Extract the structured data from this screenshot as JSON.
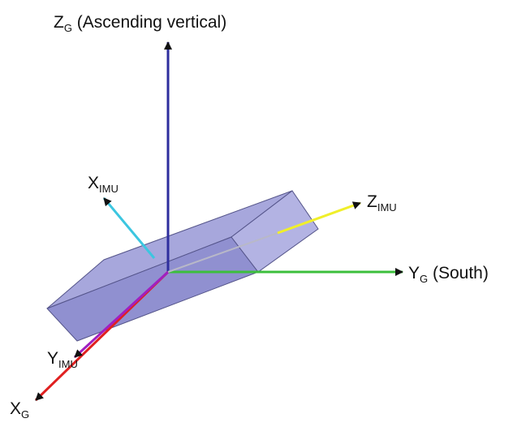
{
  "labels": {
    "zg": {
      "main": "Z",
      "sub": "G",
      "rest": " (Ascending vertical)"
    },
    "yg": {
      "main": "Y",
      "sub": "G",
      "rest": " (South)"
    },
    "xg": {
      "main": "X",
      "sub": "G"
    },
    "ximu": {
      "main": "X",
      "sub": "IMU"
    },
    "yimu": {
      "main": "Y",
      "sub": "IMU"
    },
    "zimu": {
      "main": "Z",
      "sub": "IMU"
    }
  },
  "colors": {
    "ground_z": "#2e2e9e",
    "ground_y": "#3cbf3c",
    "ground_x": "#e02020",
    "imu_x": "#3cc6e0",
    "imu_y": "#a020c0",
    "imu_z": "#f0ef2a",
    "box_face": "#8a8ad0",
    "box_end": "#a6a6de",
    "box_edge": "#55558a"
  }
}
